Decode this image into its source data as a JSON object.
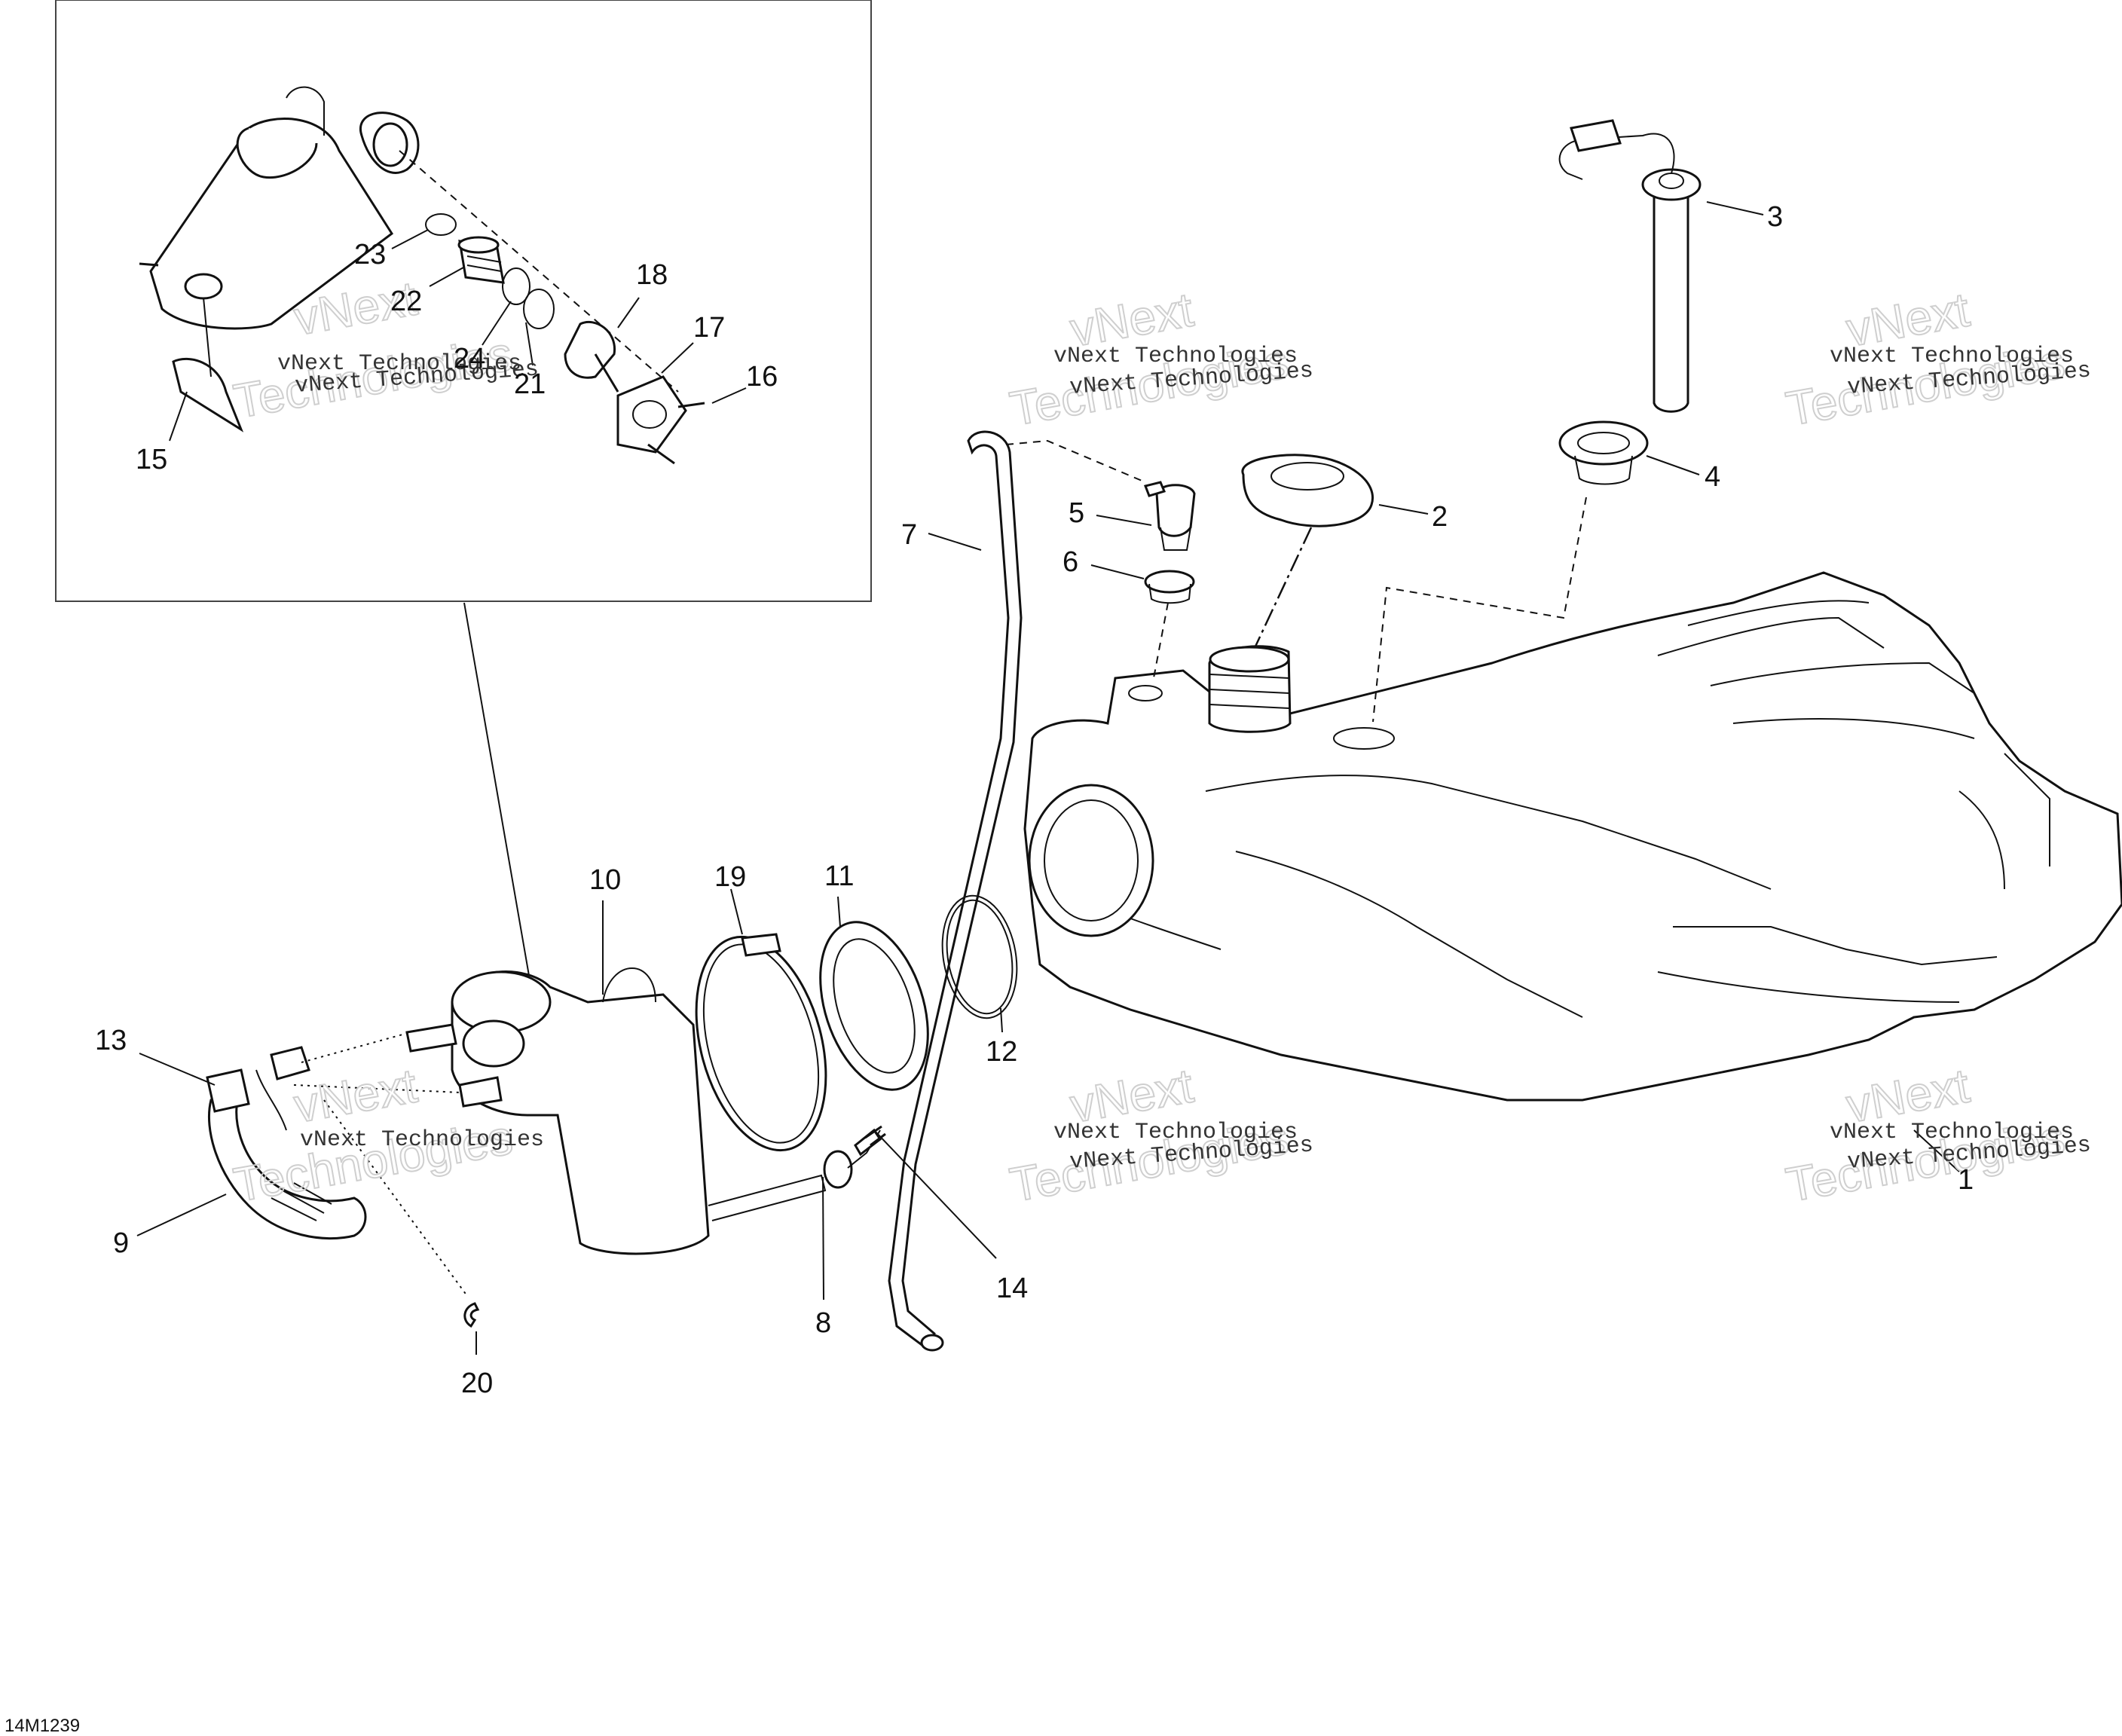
{
  "reference_code": "14M1239",
  "watermark": {
    "line": "vNext Technologies",
    "big_1": "vNext",
    "big_2": "Technologies"
  },
  "callouts": {
    "c1": "1",
    "c2": "2",
    "c3": "3",
    "c4": "4",
    "c5": "5",
    "c6": "6",
    "c7": "7",
    "c8": "8",
    "c9": "9",
    "c10": "10",
    "c11": "11",
    "c12": "12",
    "c13": "13",
    "c14": "14",
    "c15": "15",
    "c16": "16",
    "c17": "17",
    "c18": "18",
    "c19": "19",
    "c20": "20",
    "c21": "21",
    "c22": "22",
    "c23": "23",
    "c24": "24"
  }
}
